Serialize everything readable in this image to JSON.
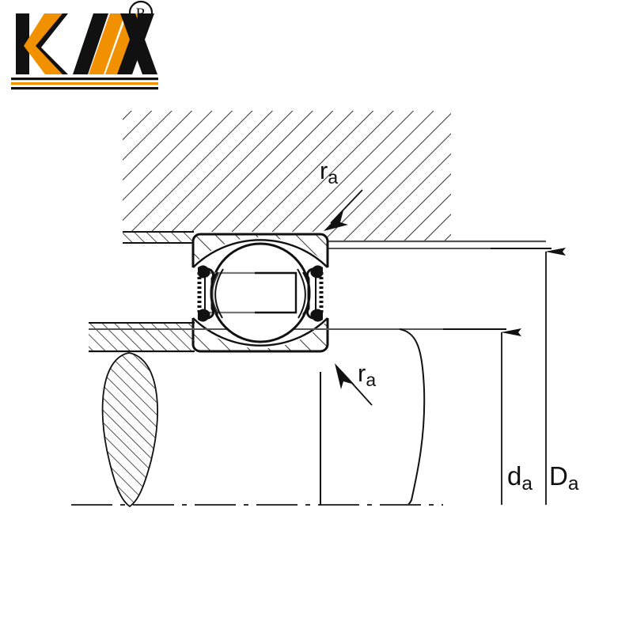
{
  "brand": {
    "name": "KYX",
    "registered_mark": "®",
    "colors": {
      "orange": "#F29100",
      "black": "#111111"
    }
  },
  "drawing": {
    "type": "bearing-cross-section",
    "description": "Deep groove ball bearing mounting cross-section with housing shoulder and shaft shoulder fillets",
    "labels": {
      "fillet_top": {
        "symbol": "r",
        "subscript": "a"
      },
      "fillet_bottom": {
        "symbol": "r",
        "subscript": "a"
      },
      "shaft_shoulder_diameter": {
        "symbol": "d",
        "subscript": "a"
      },
      "housing_shoulder_diameter": {
        "symbol": "D",
        "subscript": "a"
      }
    },
    "line_color": "#111111",
    "hatch_color": "#333333",
    "centerline_style": "dash-dot"
  }
}
